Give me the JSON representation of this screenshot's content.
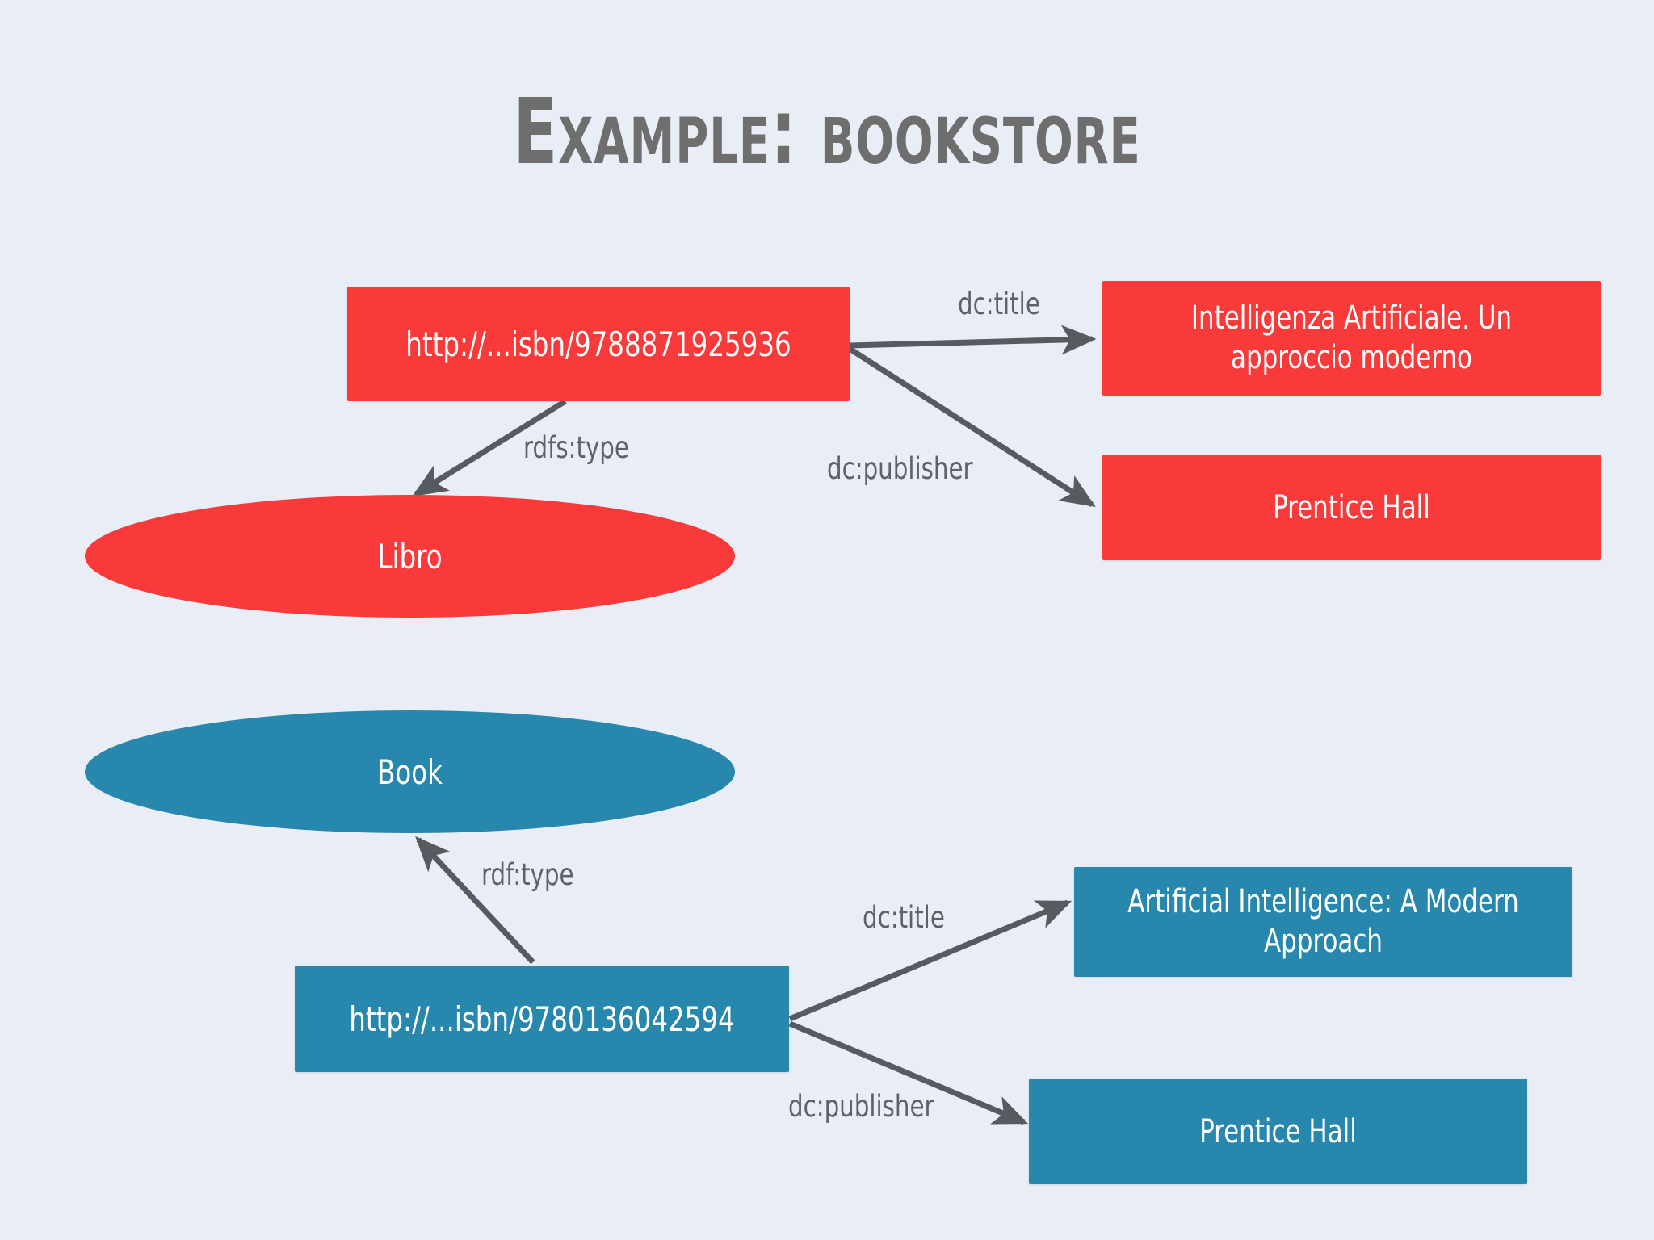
{
  "page": {
    "title": "Example: bookstore",
    "background_color": "#e9edf6",
    "title_color": "#6e6e6e",
    "edge_color": "#555b5e"
  },
  "palette": {
    "red": "#f93a3a",
    "blue": "#2887ad",
    "label_text": "#5c6366",
    "node_text": "#ffffff"
  },
  "diagram": {
    "type": "rdf-graph",
    "groups": [
      {
        "name": "italian-edition",
        "color": "#f93a3a",
        "nodes": [
          {
            "id": "it-subject",
            "shape": "rect",
            "label": "http://...isbn/9788871925936"
          },
          {
            "id": "it-class",
            "shape": "ellipse",
            "label": "Libro"
          },
          {
            "id": "it-title",
            "shape": "rect",
            "label": "Intelligenza Artificiale. Un approccio moderno"
          },
          {
            "id": "it-publisher",
            "shape": "rect",
            "label": "Prentice Hall"
          }
        ],
        "edges": [
          {
            "from": "it-subject",
            "to": "it-title",
            "label": "dc:title"
          },
          {
            "from": "it-subject",
            "to": "it-publisher",
            "label": "dc:publisher"
          },
          {
            "from": "it-subject",
            "to": "it-class",
            "label": "rdfs:type"
          }
        ]
      },
      {
        "name": "english-edition",
        "color": "#2887ad",
        "nodes": [
          {
            "id": "en-class",
            "shape": "ellipse",
            "label": "Book"
          },
          {
            "id": "en-subject",
            "shape": "rect",
            "label": "http://...isbn/9780136042594"
          },
          {
            "id": "en-title",
            "shape": "rect",
            "label": "Artificial Intelligence: A Modern Approach"
          },
          {
            "id": "en-publisher",
            "shape": "rect",
            "label": "Prentice Hall"
          }
        ],
        "edges": [
          {
            "from": "en-subject",
            "to": "en-class",
            "label": "rdf:type"
          },
          {
            "from": "en-subject",
            "to": "en-title",
            "label": "dc:title"
          },
          {
            "from": "en-subject",
            "to": "en-publisher",
            "label": "dc:publisher"
          }
        ]
      }
    ]
  }
}
